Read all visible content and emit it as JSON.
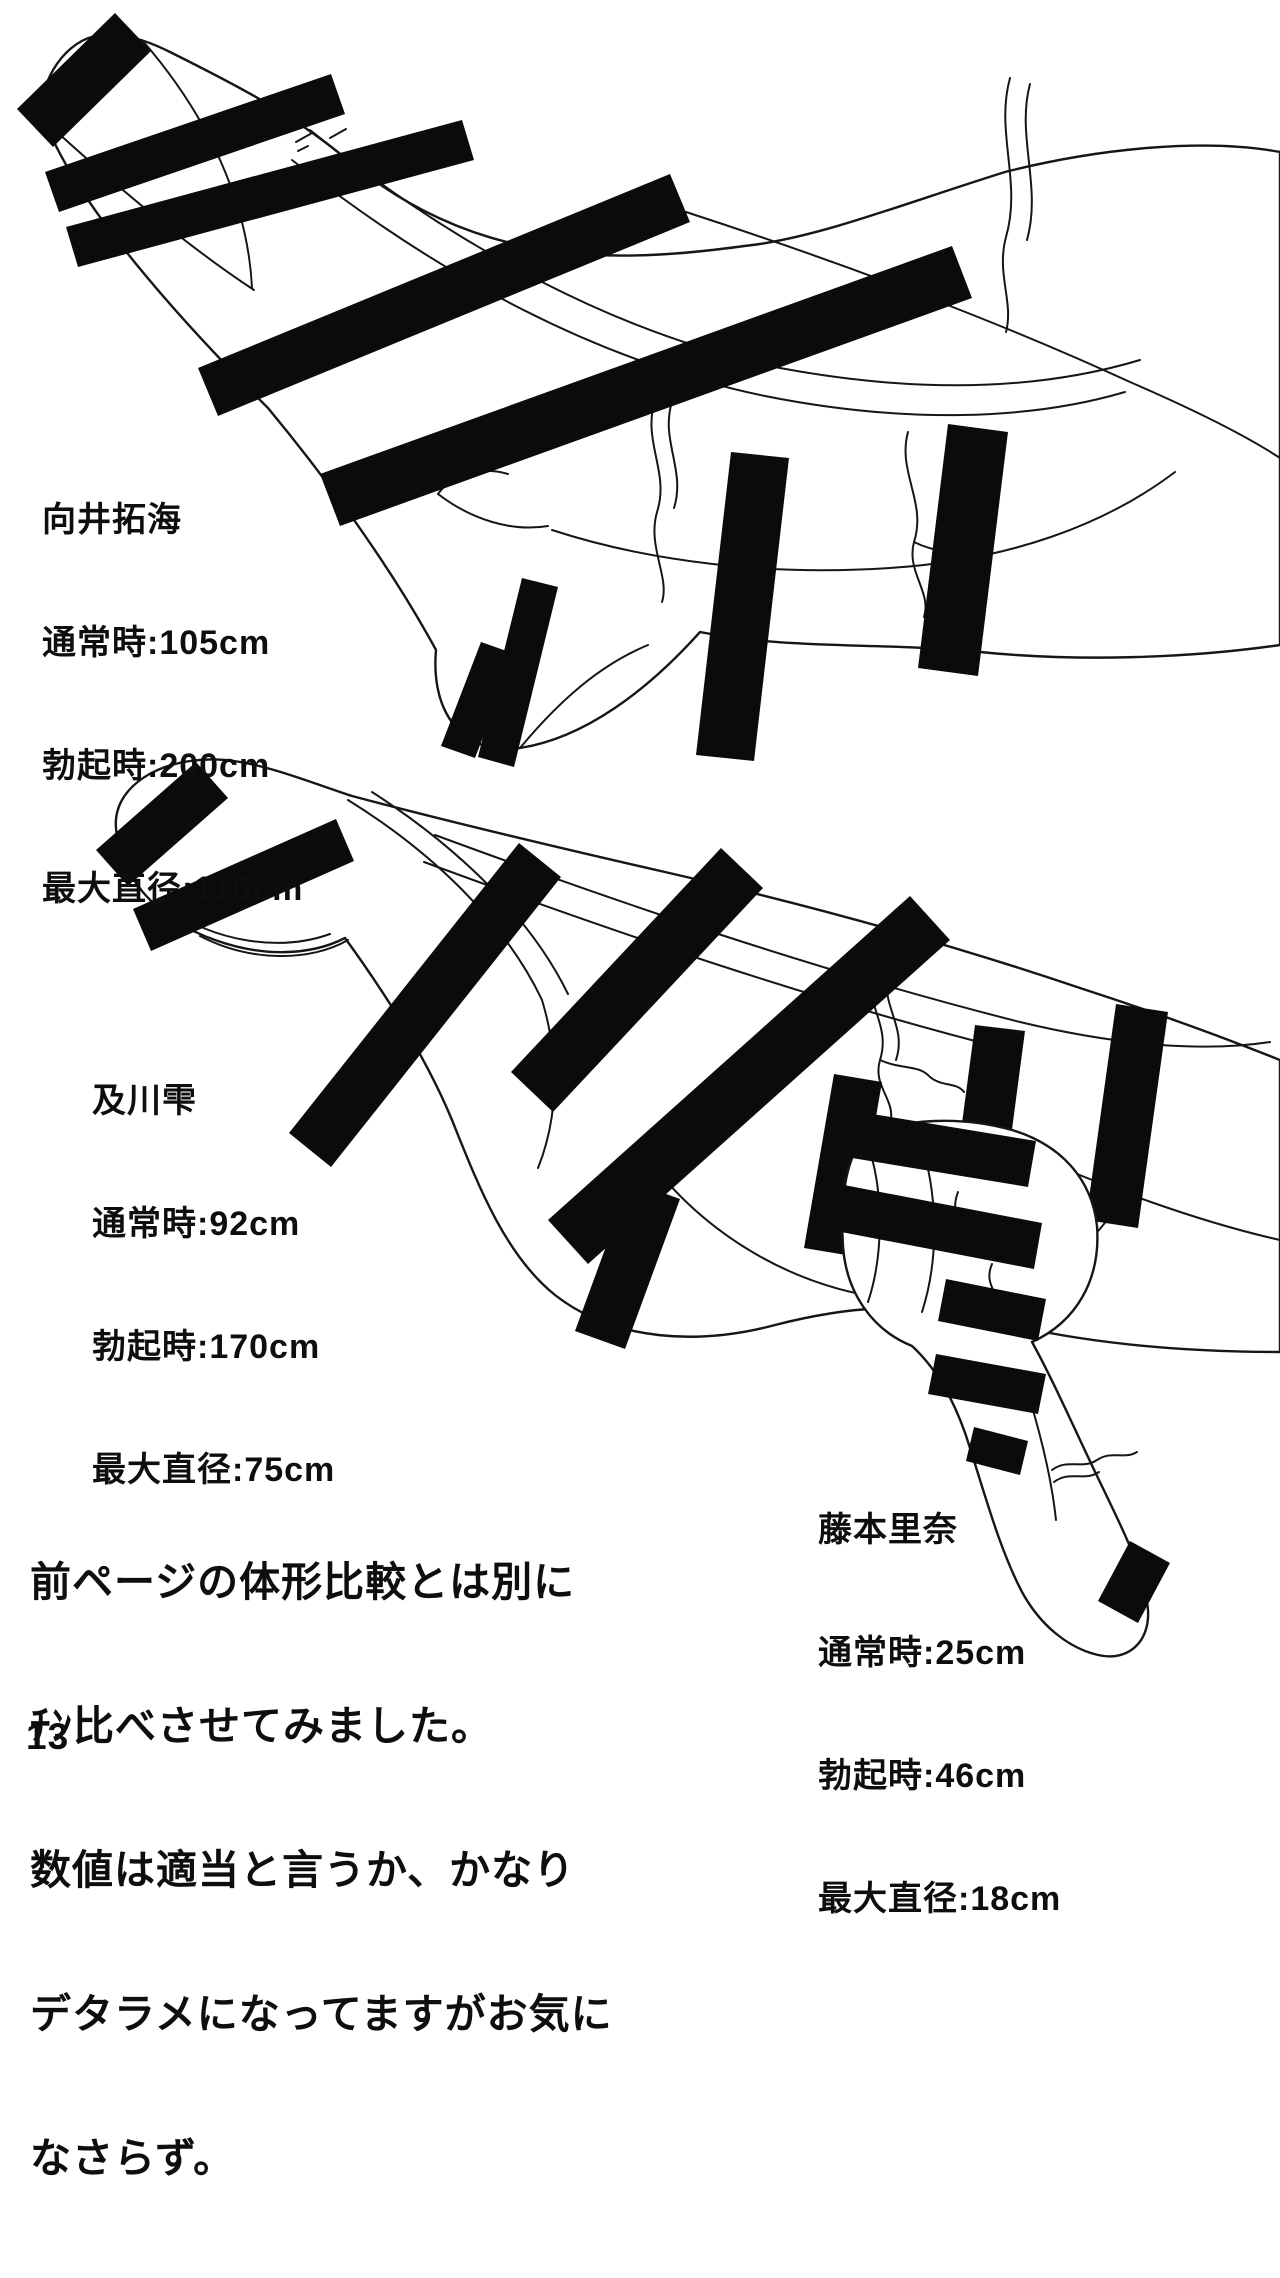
{
  "page_number": "13",
  "figures": [
    {
      "name": "向井拓海",
      "normal": "通常時:105cm",
      "erect": "勃起時:200cm",
      "max_diameter": "最大直径:118cm"
    },
    {
      "name": "及川雫",
      "normal": "通常時:92cm",
      "erect": "勃起時:170cm",
      "max_diameter": "最大直径:75cm"
    },
    {
      "name": "藤本里奈",
      "normal": "通常時:25cm",
      "erect": "勃起時:46cm",
      "max_diameter": "最大直径:18cm"
    }
  ],
  "note": {
    "lines": [
      "前ページの体形比較とは別に",
      "ﾁﾝ比べさせてみました。",
      "数値は適当と言うか、かなり",
      "デタラメになってますがお気に",
      "なさらず。"
    ]
  },
  "colors": {
    "background": "#ffffff",
    "ink": "#161616",
    "censor": "#0b0b0b"
  }
}
